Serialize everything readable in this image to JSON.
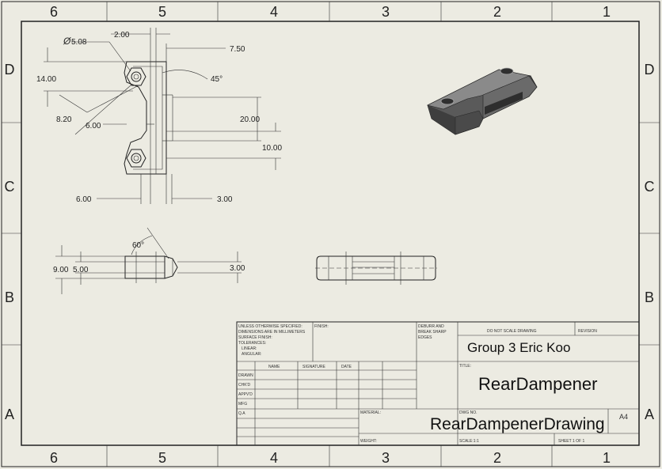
{
  "zones": {
    "columns": [
      "6",
      "5",
      "4",
      "3",
      "2",
      "1"
    ],
    "rows": [
      "D",
      "C",
      "B",
      "A"
    ]
  },
  "dimensions": {
    "d1": "2.00",
    "d2": "7.50",
    "d3": "5.08",
    "d4": "14.00",
    "d5": "45°",
    "d6": "8.20",
    "d7": "6.00",
    "d8": "20.00",
    "d9": "10.00",
    "d10": "6.00",
    "d11": "3.00",
    "d12": "60°",
    "d13": "9.00",
    "d14": "5.00",
    "d15": "3.00"
  },
  "dia_symbol": "Ø",
  "title_block": {
    "notes": [
      "UNLESS OTHERWISE SPECIFIED:",
      "DIMENSIONS ARE IN MILLIMETERS",
      "SURFACE FINISH:",
      "TOLERANCES:",
      "LINEAR:",
      "ANGULAR:"
    ],
    "finish": "FINISH:",
    "deburr": [
      "DEBURR AND",
      "BREAK SHARP",
      "EDGES"
    ],
    "do_not_scale": "DO NOT SCALE DRAWING",
    "revision": "REVISION",
    "company": "Group 3 Eric Koo",
    "title_label": "TITLE:",
    "title": "RearDampener",
    "headers": [
      "NAME",
      "SIGNATURE",
      "DATE"
    ],
    "roles": [
      "DRAWN",
      "CHK'D",
      "APPV'D",
      "MFG",
      "Q.A"
    ],
    "material": "MATERIAL:",
    "dwg_label": "DWG NO.",
    "dwg_no": "RearDampenerDrawing",
    "size": "A4",
    "weight": "WEIGHT:",
    "scale": "SCALE:1:1",
    "sheet": "SHEET 1 OF 1"
  }
}
